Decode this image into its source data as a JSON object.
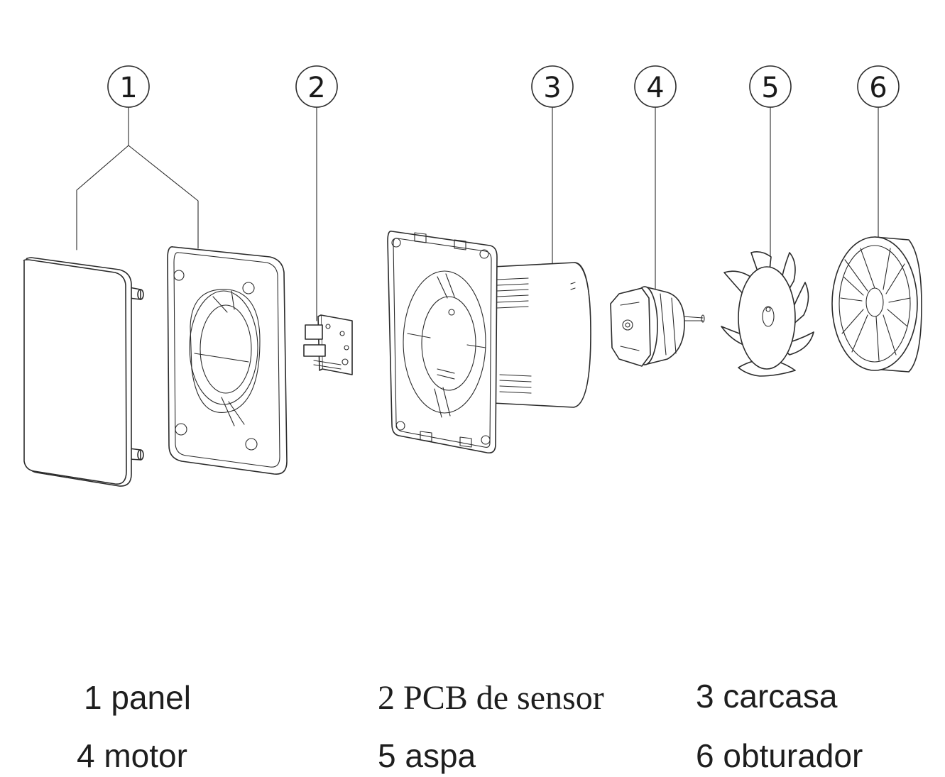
{
  "callouts": [
    "1",
    "2",
    "3",
    "4",
    "5",
    "6"
  ],
  "legend": [
    {
      "text": "1 panel"
    },
    {
      "text": "2 PCB de sensor"
    },
    {
      "text": "3 carcasa"
    },
    {
      "text": "4 motor"
    },
    {
      "text": "5 aspa"
    },
    {
      "text": "6 obturador"
    }
  ]
}
